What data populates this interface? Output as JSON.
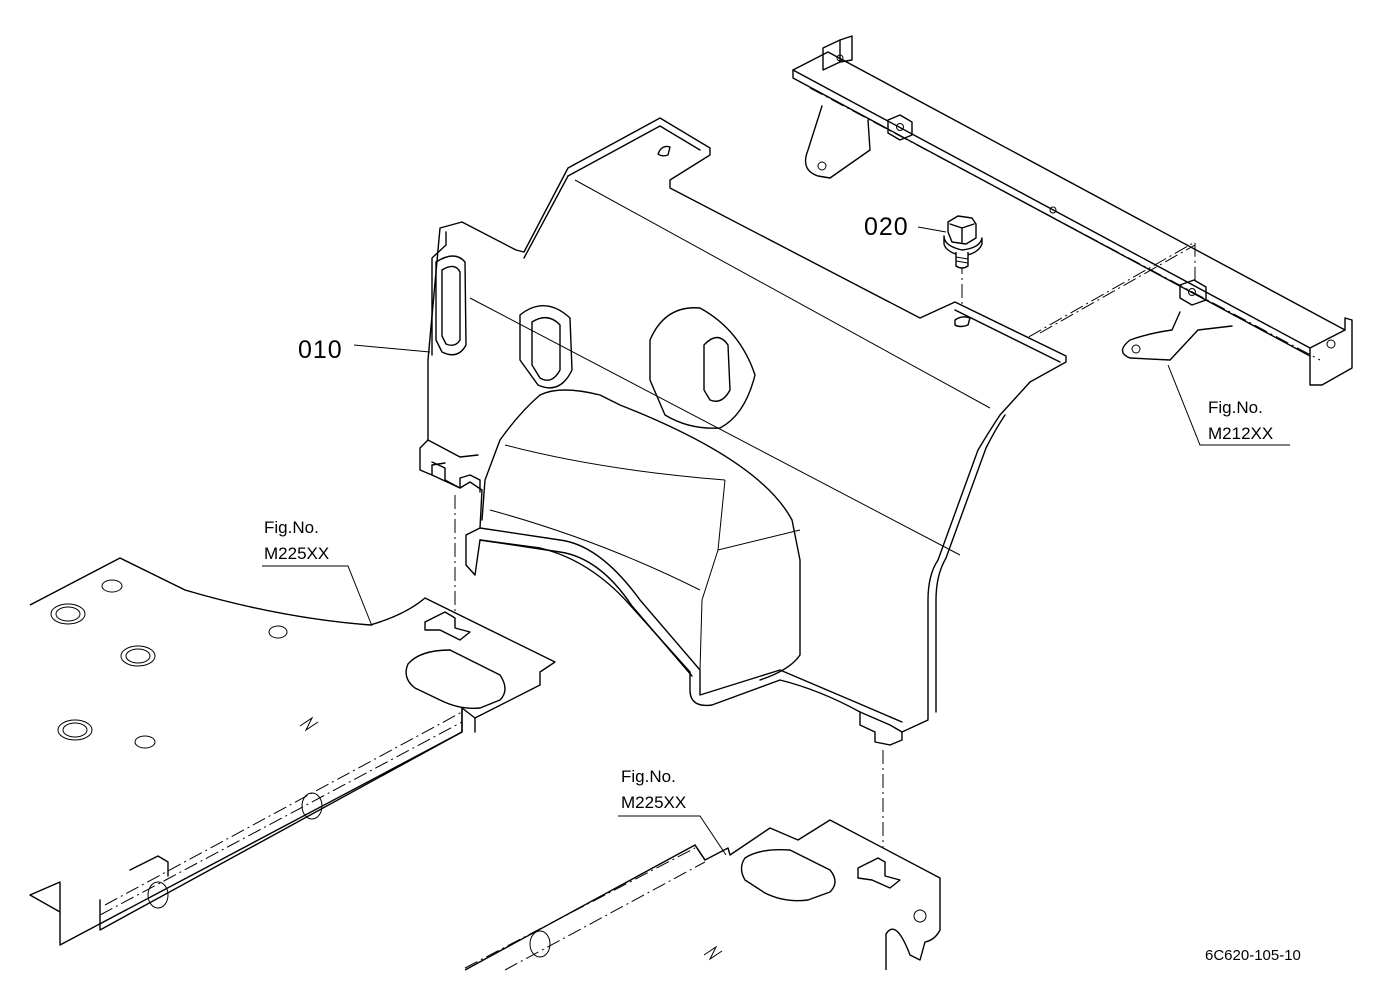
{
  "callouts": {
    "part_010": "010",
    "part_020": "020"
  },
  "references": {
    "m212": {
      "line1": "Fig.No.",
      "line2": "M212XX"
    },
    "m225_left": {
      "line1": "Fig.No.",
      "line2": "M225XX"
    },
    "m225_bottom": {
      "line1": "Fig.No.",
      "line2": "M225XX"
    }
  },
  "drawing_code": "6C620-105-10",
  "colors": {
    "line": "#000000",
    "background": "#ffffff"
  }
}
